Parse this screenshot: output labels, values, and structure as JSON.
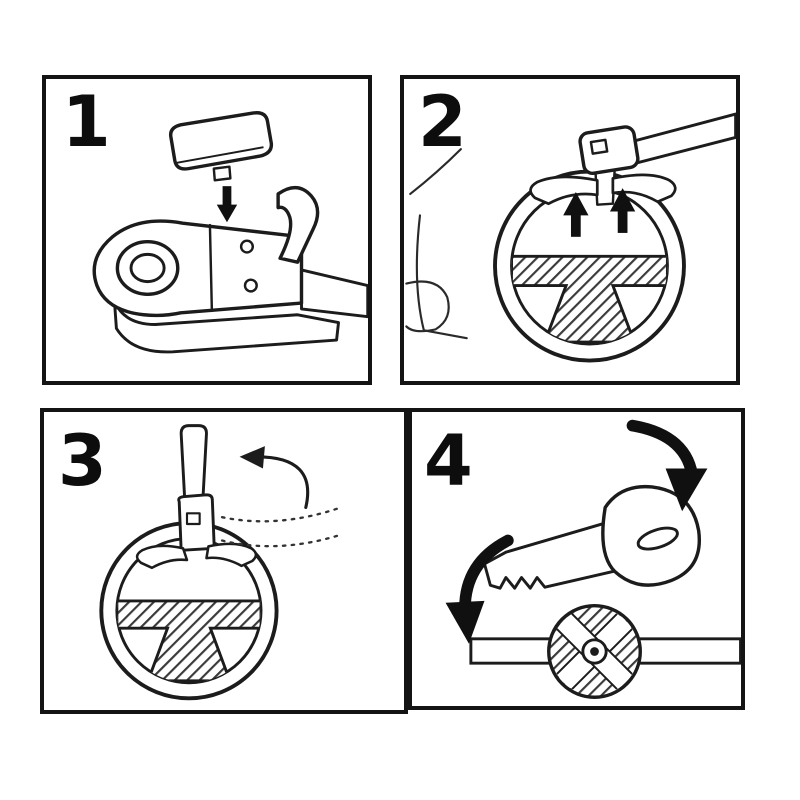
{
  "document": {
    "type": "instruction-diagram",
    "background": "#ffffff",
    "line_color": "#1c1c1c",
    "arrow_color": "#101010"
  },
  "panels": [
    {
      "number": "1",
      "name": "insert-cap-into-lock-body",
      "illustration": "lock-body-with-cap-and-down-arrow"
    },
    {
      "number": "2",
      "name": "clamp-lock-onto-steering-wheel",
      "illustration": "steering-wheel-with-clamp-bar-and-up-arrows"
    },
    {
      "number": "3",
      "name": "swing-bar-upright",
      "illustration": "steering-wheel-with-upright-bar-rotation-arrow-and-motion-dashes"
    },
    {
      "number": "4",
      "name": "turn-key-to-lock",
      "illustration": "key-with-turn-arrows-above-lock-cylinder-on-bar"
    }
  ]
}
